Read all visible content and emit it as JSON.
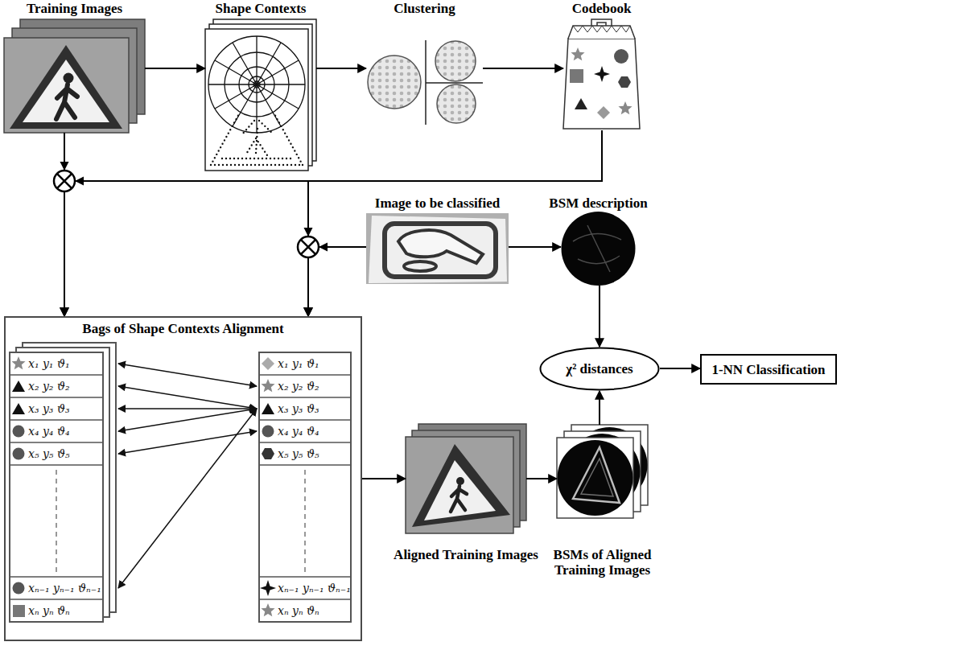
{
  "diagram": {
    "nodes": [
      {
        "text": [
          "Training Images"
        ]
      },
      {
        "text": [
          "Shape Contexts"
        ]
      },
      {
        "text": [
          "Clustering"
        ]
      },
      {
        "text": [
          "Codebook"
        ]
      },
      {
        "text": [
          "Image to be classified"
        ]
      },
      {
        "text": [
          "BSM description"
        ]
      },
      {
        "text": [
          "Bags of Shape Contexts Alignment"
        ]
      },
      {
        "text": [
          "Aligned Training Images"
        ]
      },
      {
        "text": [
          "BSMs of Aligned Training Images"
        ]
      },
      {
        "text": [
          "χ² distances"
        ]
      },
      {
        "text": [
          "1-NN Classification"
        ]
      }
    ],
    "edges": [
      {
        "from": 0,
        "to": 1,
        "arrow": "to"
      },
      {
        "from": 1,
        "to": 2,
        "arrow": "to"
      },
      {
        "from": 2,
        "to": 3,
        "arrow": "to"
      },
      {
        "from": 0,
        "to": 6,
        "arrow": "to"
      },
      {
        "from": 3,
        "to": 6,
        "arrow": "to"
      },
      {
        "from": 3,
        "to": 6,
        "arrow": "to"
      },
      {
        "from": 4,
        "to": 6,
        "arrow": "to"
      },
      {
        "from": 4,
        "to": 5,
        "arrow": "to"
      },
      {
        "from": 6,
        "to": 7,
        "arrow": "to"
      },
      {
        "from": 7,
        "to": 8,
        "arrow": "to"
      },
      {
        "from": 5,
        "to": 9,
        "arrow": "to"
      },
      {
        "from": 8,
        "to": 9,
        "arrow": "to"
      },
      {
        "from": 9,
        "to": 10,
        "arrow": "to"
      }
    ],
    "labels": [
      "x₁ y₁ ϑ₁",
      "x₂ y₂ ϑ₂",
      "x₃ y₃ ϑ₃",
      "x₄ y₄ ϑ₄",
      "x₅ y₅ ϑ₅",
      "xₙ₋₁ yₙ₋₁ ϑₙ₋₁",
      "xₙ yₙ ϑₙ",
      "x₁ y₁ ϑ₁",
      "x₂ y₂ ϑ₂",
      "x₃ y₃ ϑ₃",
      "x₄ y₄ ϑ₄",
      "x₅ y₅ ϑ₅",
      "xₙ₋₁ yₙ₋₁ ϑₙ₋₁",
      "xₙ yₙ ϑₙ"
    ]
  }
}
